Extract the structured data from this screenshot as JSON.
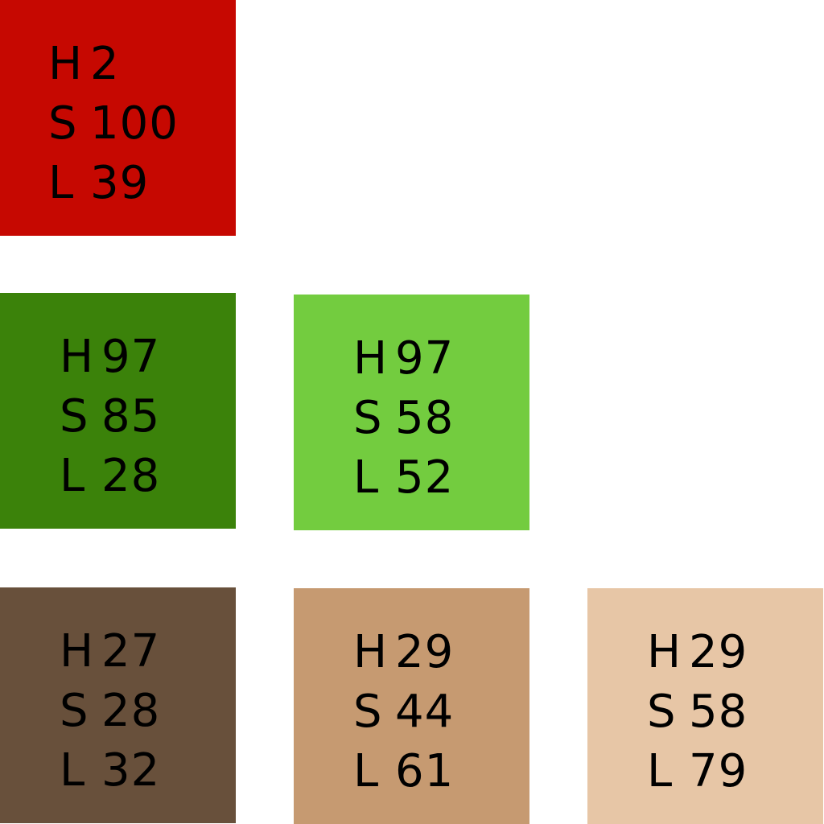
{
  "swatches": [
    {
      "color": "#c60801",
      "h_label": "H",
      "h": "2",
      "s_label": "S",
      "s": "100",
      "l_label": "L",
      "l": "39"
    },
    {
      "color": "#3b820a",
      "h_label": "H",
      "h": "97",
      "s_label": "S",
      "s": "85",
      "l_label": "L",
      "l": "28"
    },
    {
      "color": "#73cc3f",
      "h_label": "H",
      "h": "97",
      "s_label": "S",
      "s": "58",
      "l_label": "L",
      "l": "52"
    },
    {
      "color": "#68503b",
      "h_label": "H",
      "h": "27",
      "s_label": "S",
      "s": "28",
      "l_label": "L",
      "l": "32"
    },
    {
      "color": "#c69a71",
      "h_label": "H",
      "h": "29",
      "s_label": "S",
      "s": "44",
      "l_label": "L",
      "l": "61"
    },
    {
      "color": "#e7c6a6",
      "h_label": "H",
      "h": "29",
      "s_label": "S",
      "s": "58",
      "l_label": "L",
      "l": "79"
    }
  ]
}
